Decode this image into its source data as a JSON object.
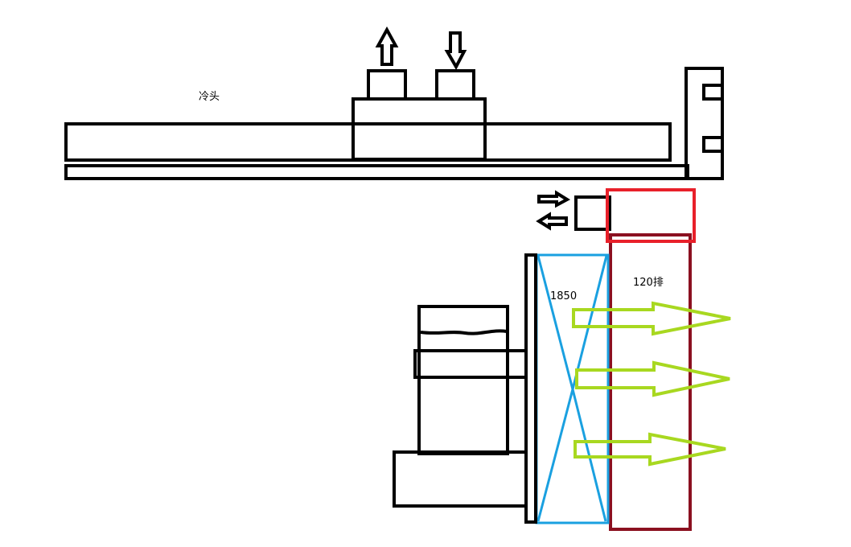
{
  "labels": {
    "cold_head": "冷头",
    "radiator_120": "120排",
    "fan_1850": "1850"
  },
  "colors": {
    "outline": "#000000",
    "radiator_frame": "#8b1020",
    "radiator_top": "#e8202a",
    "fan": "#1aa0e0",
    "airflow": "#a8d820"
  }
}
